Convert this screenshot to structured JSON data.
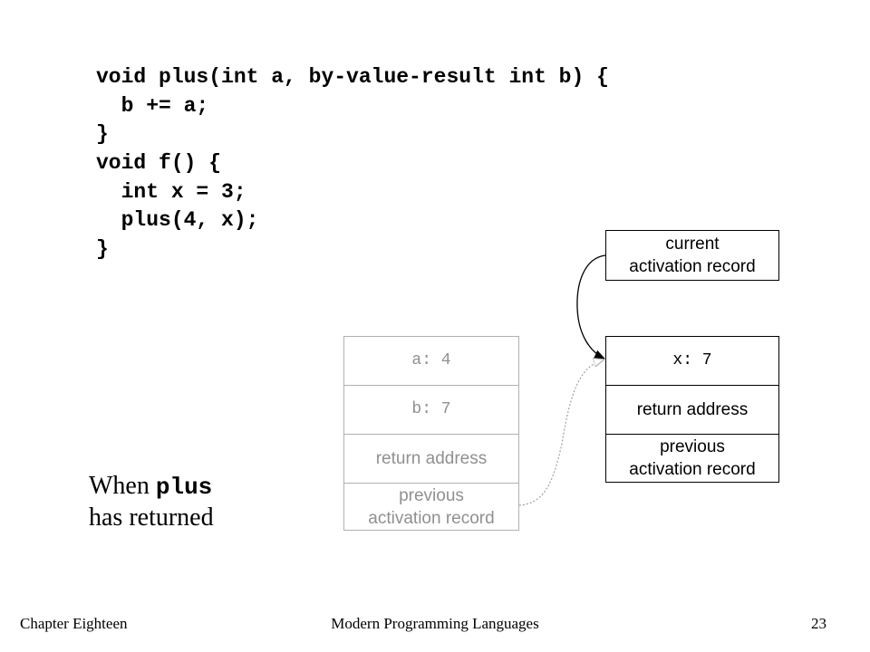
{
  "code": {
    "lines": [
      "void plus(int a, by-value-result int b) {",
      "  b += a;",
      "}",
      "void f() {",
      "  int x = 3;",
      "  plus(4, x);",
      "}"
    ]
  },
  "current_record": {
    "label": "current\nactivation record"
  },
  "f_record": {
    "cells": [
      "x: 7",
      "return address",
      "previous\nactivation record"
    ]
  },
  "plus_record": {
    "cells": [
      "a: 4",
      "b: 7",
      "return address",
      "previous\nactivation record"
    ]
  },
  "caption": {
    "prefix": "When",
    "code": "plus",
    "suffix": "has returned"
  },
  "footer": {
    "left": "Chapter Eighteen",
    "center": "Modern Programming Languages",
    "right": "23"
  },
  "colors": {
    "faded_border": "#b0b0b0",
    "faded_text": "#909090",
    "ink": "#000000"
  }
}
